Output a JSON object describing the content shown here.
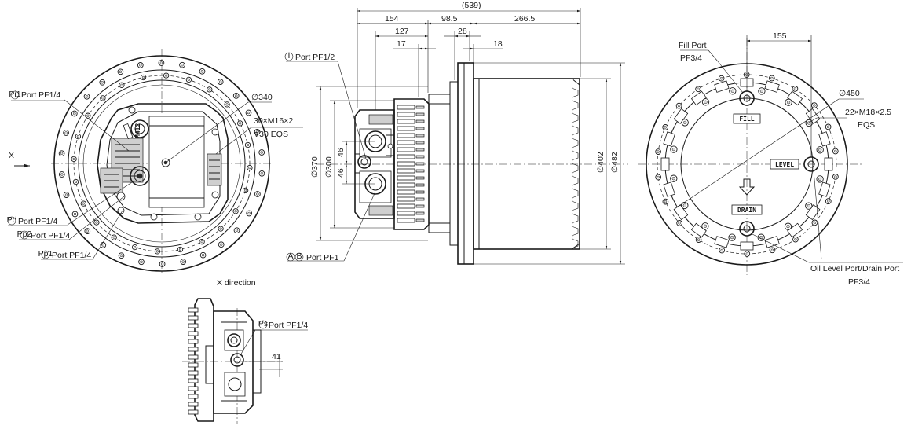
{
  "left_view": {
    "port_pf1": "Port PF1/4",
    "port_pd": "Port PF1/4",
    "port_pp2": "Port PF1/4",
    "port_pp1": "Port PF1/4",
    "dia": "∅340",
    "bolts": "30×M16×2",
    "depth": "∀30 EQS",
    "x_arrow": "X",
    "code": "M412"
  },
  "side_view": {
    "overall": "(539)",
    "d154": "154",
    "d985": "98.5",
    "d2665": "266.5",
    "d127": "127",
    "d28": "28",
    "d17": "17",
    "d18": "18",
    "port_t": "Port PF1/2",
    "port_ab": "Port PF1",
    "d370": "∅370",
    "d300": "∅300",
    "d46a": "46",
    "d46b": "46",
    "d402": "∅402",
    "d482": "∅482"
  },
  "right_view": {
    "fill1": "Fill Port",
    "fill2": "PF3/4",
    "d155": "155",
    "dia": "∅450",
    "bolts": "22×M18×2.5",
    "eqs": "EQS",
    "fill_plug": "FILL",
    "level_plug": "LEVEL",
    "drain_plug": "DRAIN",
    "oil1": "Oil Level Port/Drain Port",
    "oil2": "PF3/4"
  },
  "x_view": {
    "title": "X direction",
    "port": "Port PF1/4",
    "d41": "41"
  },
  "icons": {
    "port_markers": [
      "Pi1",
      "Pd",
      "Pp2",
      "Pp1",
      "T",
      "A",
      "B",
      "Ps"
    ]
  }
}
